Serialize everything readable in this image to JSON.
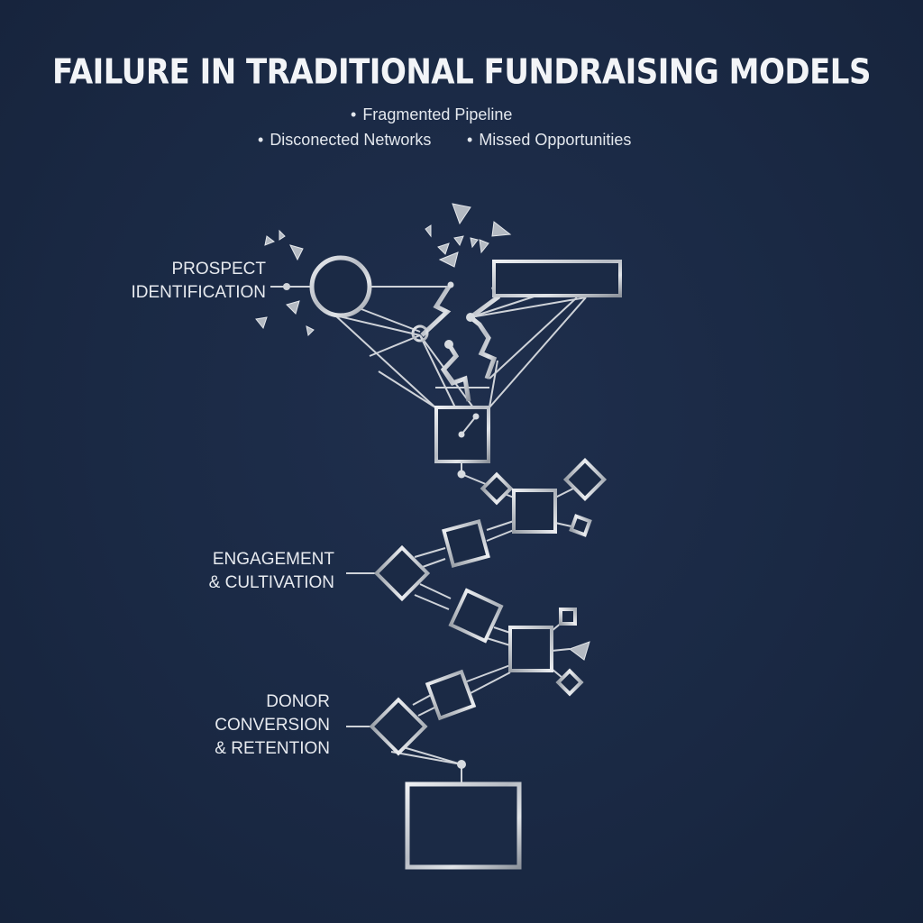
{
  "title": "FAILURE IN TRADITIONAL FUNDRAISING MODELS",
  "bullets": {
    "marker": "•",
    "fragmented_pipeline": "Fragmented Pipeline",
    "disconnected_networks": "Disconected Networks",
    "missed_opportunities": "Missed Opportunities"
  },
  "stages": {
    "prospect": {
      "line1": "PROSPECT",
      "line2": "IDENTIFICATION"
    },
    "engagement": {
      "line1": "ENGAGEMENT",
      "line2": "& CULTIVATION"
    },
    "donor": {
      "line1": "DONOR",
      "line2": "CONVERSION",
      "line3": "& RETENTION"
    }
  },
  "colors": {
    "background": "#1b2a45",
    "stroke_light": "#d9dde3",
    "stroke_dark": "#8d939c",
    "text": "#e7eaef"
  }
}
